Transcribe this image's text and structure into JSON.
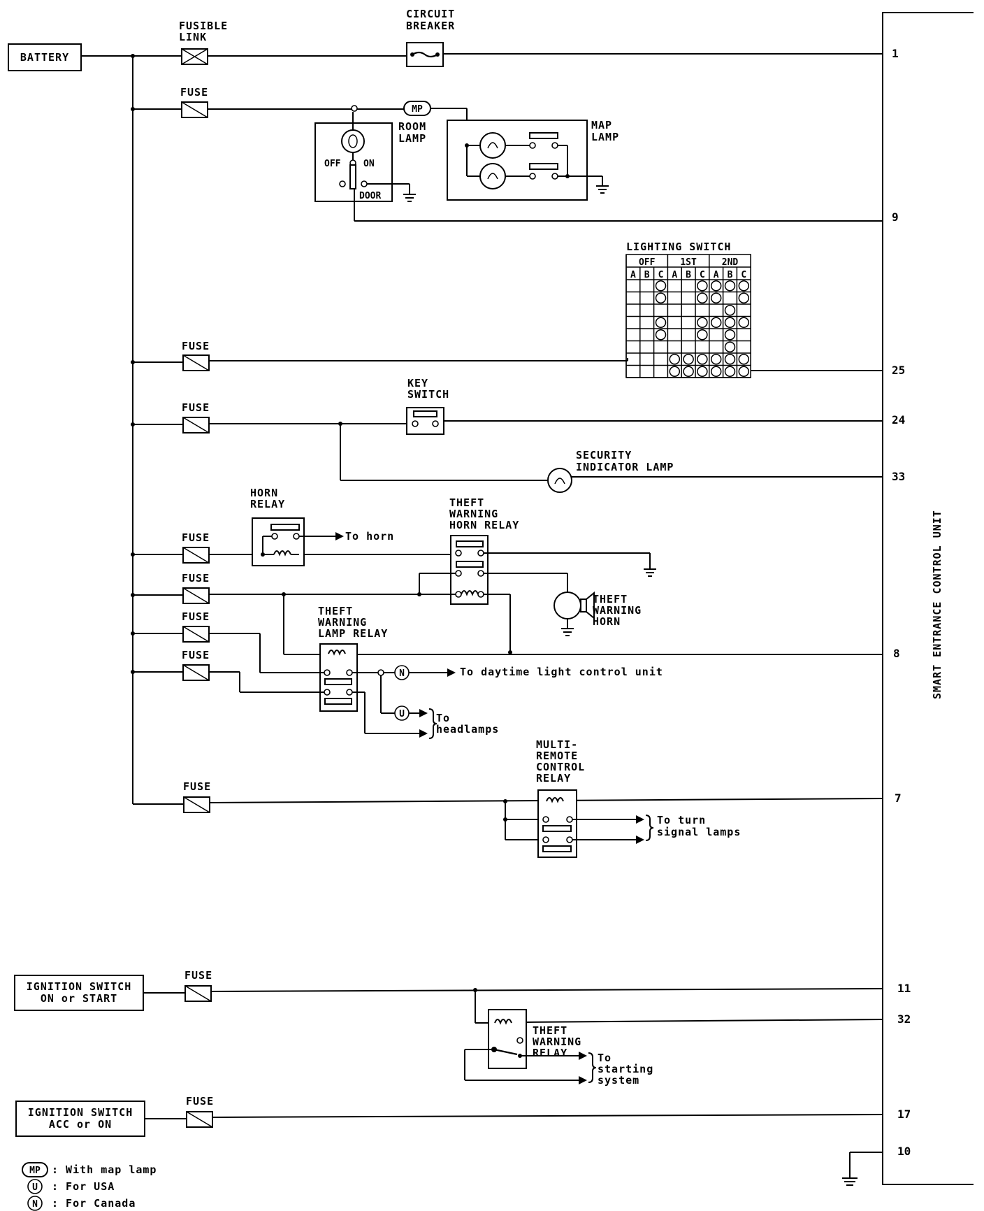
{
  "sources": {
    "battery": "BATTERY",
    "ign_on_start_1": "IGNITION SWITCH",
    "ign_on_start_2": "ON or START",
    "ign_acc_on_1": "IGNITION SWITCH",
    "ign_acc_on_2": "ACC or ON"
  },
  "components": {
    "fusible_link_1": "FUSIBLE",
    "fusible_link_2": "LINK",
    "circuit_breaker_1": "CIRCUIT",
    "circuit_breaker_2": "BREAKER",
    "fuse": "FUSE",
    "mp_tag": "MP",
    "room_lamp_1": "ROOM",
    "room_lamp_2": "LAMP",
    "off": "OFF",
    "on": "ON",
    "door": "DOOR",
    "map_lamp_1": "MAP",
    "map_lamp_2": "LAMP",
    "key_switch_1": "KEY",
    "key_switch_2": "SWITCH",
    "security_lamp_1": "SECURITY",
    "security_lamp_2": "INDICATOR LAMP",
    "horn_relay_1": "HORN",
    "horn_relay_2": "RELAY",
    "to_horn": "To horn",
    "twhr_1": "THEFT",
    "twhr_2": "WARNING",
    "twhr_3": "HORN RELAY",
    "tw_horn_1": "THEFT",
    "tw_horn_2": "WARNING",
    "tw_horn_3": "HORN",
    "twlr_1": "THEFT",
    "twlr_2": "WARNING",
    "twlr_3": "LAMP RELAY",
    "n_tag": "N",
    "u_tag": "U",
    "to_daytime": "To daytime light control unit",
    "to_headlamps_1": "To",
    "to_headlamps_2": "headlamps",
    "mrcr_1": "MULTI-",
    "mrcr_2": "REMOTE",
    "mrcr_3": "CONTROL",
    "mrcr_4": "RELAY",
    "to_turn_1": "To turn",
    "to_turn_2": "signal lamps",
    "twr_1": "THEFT",
    "twr_2": "WARNING",
    "twr_3": "RELAY",
    "to_start_1": "To",
    "to_start_2": "starting",
    "to_start_3": "system"
  },
  "lighting_switch": {
    "title": "LIGHTING SWITCH",
    "groups": [
      "OFF",
      "1ST",
      "2ND"
    ],
    "columns": [
      "A",
      "B",
      "C",
      "A",
      "B",
      "C",
      "A",
      "B",
      "C"
    ],
    "rows": [
      [
        0,
        0,
        1,
        0,
        0,
        1,
        1,
        1,
        1
      ],
      [
        0,
        0,
        1,
        0,
        0,
        1,
        1,
        0,
        1
      ],
      [
        0,
        0,
        0,
        0,
        0,
        0,
        0,
        1,
        0
      ],
      [
        0,
        0,
        1,
        0,
        0,
        1,
        1,
        1,
        1
      ],
      [
        0,
        0,
        1,
        0,
        0,
        1,
        0,
        1,
        0
      ],
      [
        0,
        0,
        0,
        0,
        0,
        0,
        0,
        1,
        0
      ],
      [
        0,
        0,
        0,
        1,
        1,
        1,
        1,
        1,
        1
      ],
      [
        0,
        0,
        0,
        1,
        1,
        1,
        1,
        1,
        1
      ]
    ]
  },
  "control_unit": {
    "label": "SMART ENTRANCE CONTROL UNIT",
    "pins": [
      "1",
      "9",
      "25",
      "24",
      "33",
      "8",
      "7",
      "11",
      "32",
      "17",
      "10"
    ]
  },
  "legend": [
    {
      "tag": "MP",
      "text": ": With map lamp"
    },
    {
      "tag": "U",
      "text": ": For USA"
    },
    {
      "tag": "N",
      "text": ": For Canada"
    }
  ]
}
